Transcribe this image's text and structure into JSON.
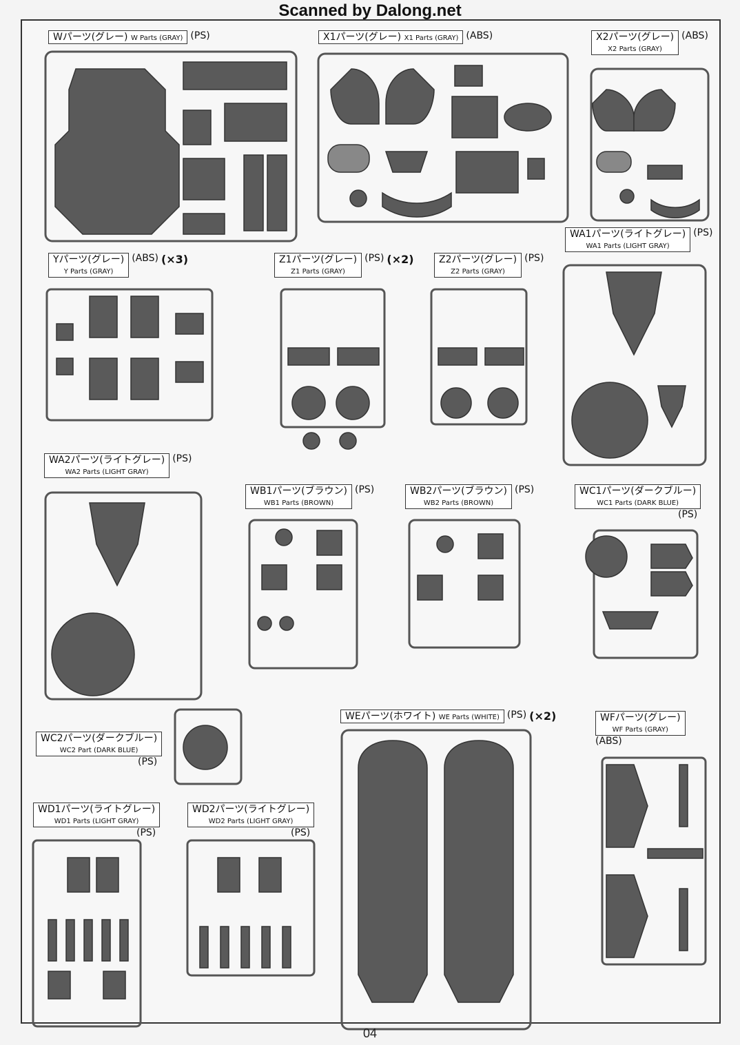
{
  "header": {
    "banner": "Scanned by Dalong.net"
  },
  "footer": {
    "page_number": "04"
  },
  "runners": [
    {
      "id": "W",
      "jp": "Wパーツ(グレー)",
      "en": "W Parts (GRAY)",
      "mat": "(PS)",
      "qty": ""
    },
    {
      "id": "X1",
      "jp": "X1パーツ(グレー)",
      "en": "X1 Parts (GRAY)",
      "mat": "(ABS)",
      "qty": ""
    },
    {
      "id": "X2",
      "jp": "X2パーツ(グレー)",
      "en": "X2 Parts (GRAY)",
      "mat": "(ABS)",
      "qty": ""
    },
    {
      "id": "WA1",
      "jp": "WA1パーツ(ライトグレー)",
      "en": "WA1 Parts (LIGHT GRAY)",
      "mat": "(PS)",
      "qty": ""
    },
    {
      "id": "Y",
      "jp": "Yパーツ(グレー)",
      "en": "Y Parts (GRAY)",
      "mat": "(ABS)",
      "qty": "(×3)"
    },
    {
      "id": "Z1",
      "jp": "Z1パーツ(グレー)",
      "en": "Z1 Parts (GRAY)",
      "mat": "(PS)",
      "qty": "(×2)"
    },
    {
      "id": "Z2",
      "jp": "Z2パーツ(グレー)",
      "en": "Z2 Parts (GRAY)",
      "mat": "(PS)",
      "qty": ""
    },
    {
      "id": "WA2",
      "jp": "WA2パーツ(ライトグレー)",
      "en": "WA2 Parts (LIGHT GRAY)",
      "mat": "(PS)",
      "qty": ""
    },
    {
      "id": "WB1",
      "jp": "WB1パーツ(ブラウン)",
      "en": "WB1 Parts (BROWN)",
      "mat": "(PS)",
      "qty": ""
    },
    {
      "id": "WB2",
      "jp": "WB2パーツ(ブラウン)",
      "en": "WB2 Parts (BROWN)",
      "mat": "(PS)",
      "qty": ""
    },
    {
      "id": "WC1",
      "jp": "WC1パーツ(ダークブルー)",
      "en": "WC1 Parts (DARK BLUE)",
      "mat": "(PS)",
      "qty": ""
    },
    {
      "id": "WC2",
      "jp": "WC2パーツ(ダークブルー)",
      "en": "WC2 Part (DARK BLUE)",
      "mat": "(PS)",
      "qty": ""
    },
    {
      "id": "WE",
      "jp": "WEパーツ(ホワイト)",
      "en": "WE Parts (WHITE)",
      "mat": "(PS)",
      "qty": "(×2)"
    },
    {
      "id": "WF",
      "jp": "WFパーツ(グレー)",
      "en": "WF Parts (GRAY)",
      "mat": "(ABS)",
      "qty": ""
    },
    {
      "id": "WD1",
      "jp": "WD1パーツ(ライトグレー)",
      "en": "WD1 Parts (LIGHT GRAY)",
      "mat": "(PS)",
      "qty": ""
    },
    {
      "id": "WD2",
      "jp": "WD2パーツ(ライトグレー)",
      "en": "WD2 Parts (LIGHT GRAY)",
      "mat": "(PS)",
      "qty": ""
    }
  ],
  "colors": {
    "part": "#5a5a5a",
    "frame": "#555555",
    "bg": "#f7f7f7"
  }
}
